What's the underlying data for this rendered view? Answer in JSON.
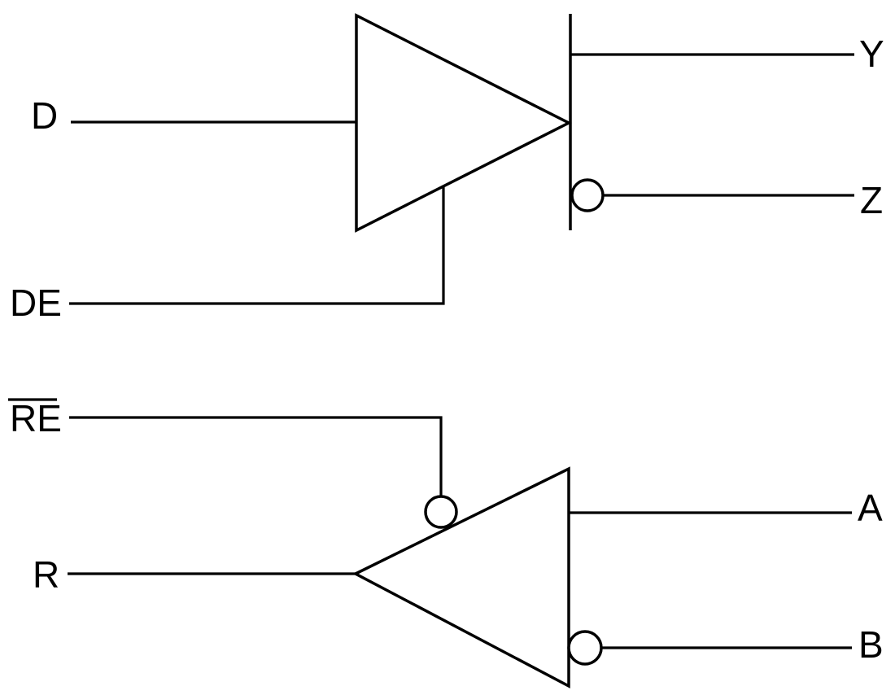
{
  "colors": {
    "stroke": "#000000",
    "background": "#ffffff"
  },
  "driver": {
    "input_label": "D",
    "enable_label": "DE",
    "output_noninverting_label": "Y",
    "output_inverting_label": "Z"
  },
  "receiver": {
    "enable_label": "RE",
    "enable_has_overline": true,
    "output_label": "R",
    "input_noninverting_label": "A",
    "input_inverting_label": "B"
  }
}
